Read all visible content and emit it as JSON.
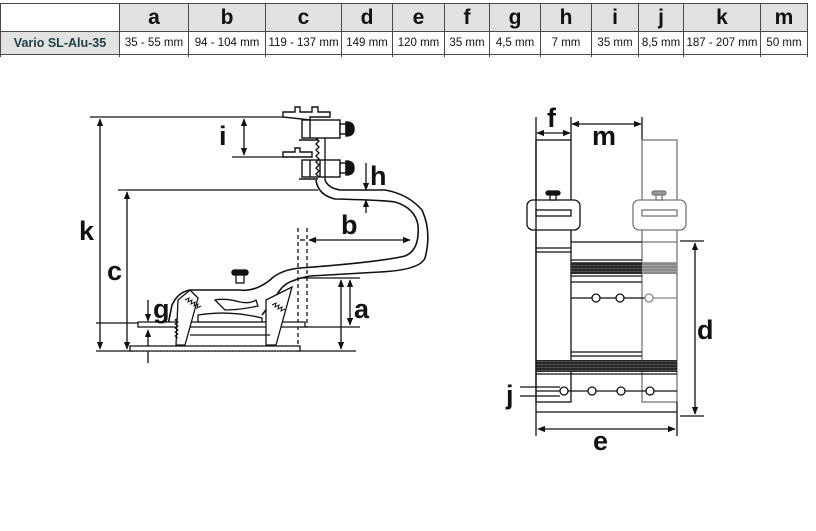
{
  "table": {
    "corner": "",
    "columns": [
      "a",
      "b",
      "c",
      "d",
      "e",
      "f",
      "g",
      "h",
      "i",
      "j",
      "k",
      "m"
    ],
    "rows": [
      {
        "name": "Vario SL-Alu-35",
        "values": [
          "35 - 55 mm",
          "94 - 104 mm",
          "119 - 137 mm",
          "149 mm",
          "120 mm",
          "35 mm",
          "4,5 mm",
          "7 mm",
          "35 mm",
          "8,5 mm",
          "187 - 207 mm",
          "50 mm"
        ]
      }
    ]
  },
  "side_view": {
    "labels": {
      "i": "i",
      "h": "h",
      "k": "k",
      "b": "b",
      "c": "c",
      "g": "g",
      "a": "a"
    }
  },
  "front_view": {
    "labels": {
      "f": "f",
      "m": "m",
      "d": "d",
      "j": "j",
      "e": "e"
    }
  },
  "colors": {
    "header_bg": "#e2e2e2",
    "name_text": "#1f3f46",
    "line": "#111111"
  }
}
